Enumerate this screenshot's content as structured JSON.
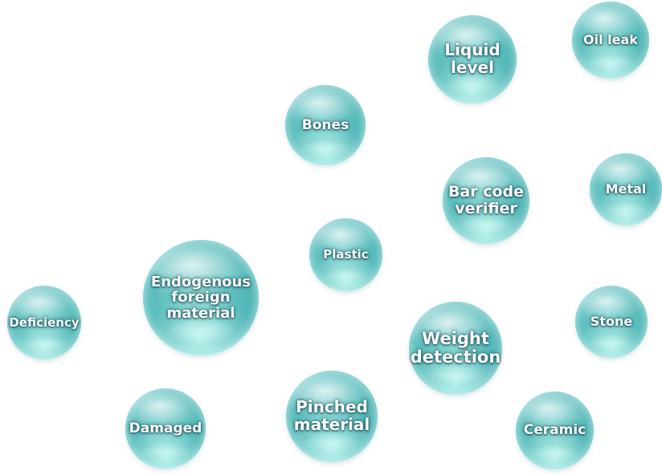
{
  "bubbles": [
    {
      "id": "liquid-level",
      "lines": [
        "Liquid",
        "level"
      ]
    },
    {
      "id": "oil-leak",
      "lines": [
        "Oil leak"
      ]
    },
    {
      "id": "bones",
      "lines": [
        "Bones"
      ]
    },
    {
      "id": "bar-code-verifier",
      "lines": [
        "Bar code",
        "verifier"
      ]
    },
    {
      "id": "metal",
      "lines": [
        "Metal"
      ]
    },
    {
      "id": "plastic",
      "lines": [
        "Plastic"
      ]
    },
    {
      "id": "endogenous-foreign-material",
      "lines": [
        "Endogenous",
        "foreign",
        "material"
      ]
    },
    {
      "id": "deficiency",
      "lines": [
        "Deficiency"
      ]
    },
    {
      "id": "weight-detection",
      "lines": [
        "Weight",
        "detection"
      ]
    },
    {
      "id": "stone",
      "lines": [
        "Stone"
      ]
    },
    {
      "id": "damaged",
      "lines": [
        "Damaged"
      ]
    },
    {
      "id": "pinched-material",
      "lines": [
        "Pinched",
        "material"
      ]
    },
    {
      "id": "ceramic",
      "lines": [
        "Ceramic"
      ]
    }
  ]
}
